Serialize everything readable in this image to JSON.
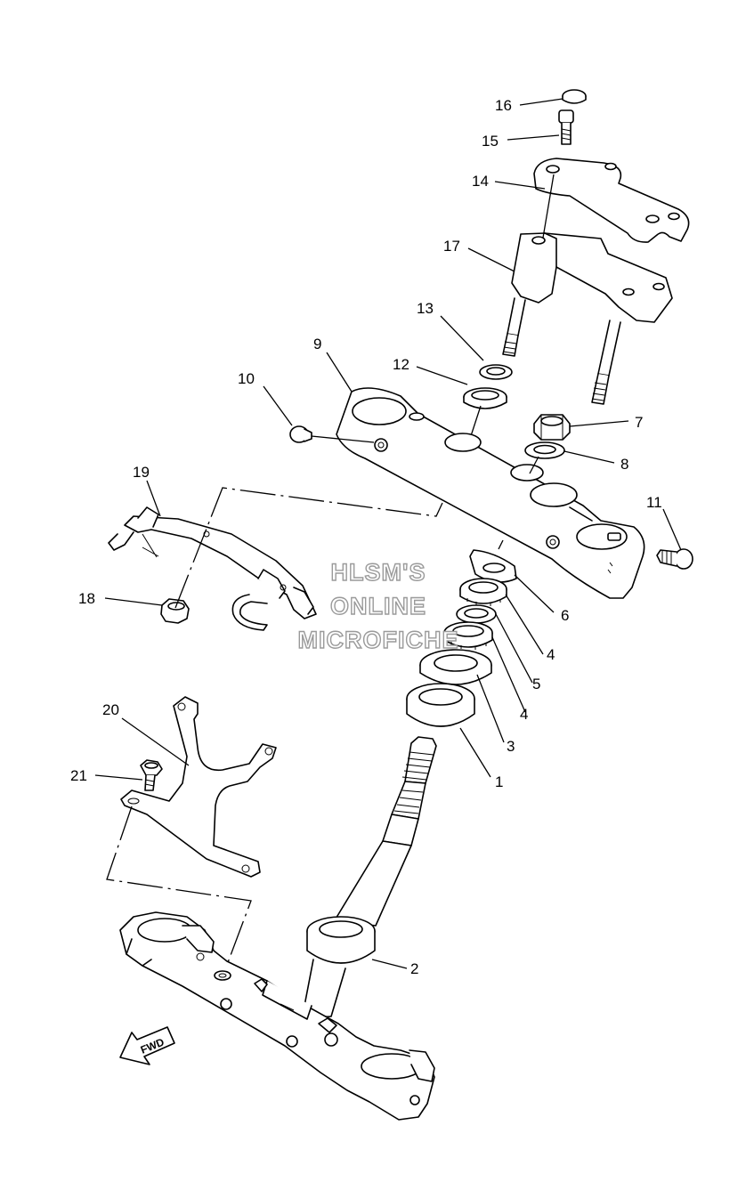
{
  "callouts": [
    {
      "id": "c1",
      "label": "1"
    },
    {
      "id": "c2",
      "label": "2"
    },
    {
      "id": "c3",
      "label": "3"
    },
    {
      "id": "c4a",
      "label": "4"
    },
    {
      "id": "c4b",
      "label": "4"
    },
    {
      "id": "c5",
      "label": "5"
    },
    {
      "id": "c6",
      "label": "6"
    },
    {
      "id": "c7",
      "label": "7"
    },
    {
      "id": "c8",
      "label": "8"
    },
    {
      "id": "c9",
      "label": "9"
    },
    {
      "id": "c10",
      "label": "10"
    },
    {
      "id": "c11",
      "label": "11"
    },
    {
      "id": "c12",
      "label": "12"
    },
    {
      "id": "c13",
      "label": "13"
    },
    {
      "id": "c14",
      "label": "14"
    },
    {
      "id": "c15",
      "label": "15"
    },
    {
      "id": "c16",
      "label": "16"
    },
    {
      "id": "c17",
      "label": "17"
    },
    {
      "id": "c18",
      "label": "18"
    },
    {
      "id": "c19",
      "label": "19"
    },
    {
      "id": "c20",
      "label": "20"
    },
    {
      "id": "c21",
      "label": "21"
    }
  ],
  "watermark": {
    "line1": "HLSM'S",
    "line2": "ONLINE",
    "line3": "MICROFICHE"
  },
  "direction_indicator": {
    "label": "FWD"
  },
  "colors": {
    "ink": "#000000",
    "background": "#ffffff",
    "watermark_outline": "#9a9a9a"
  }
}
